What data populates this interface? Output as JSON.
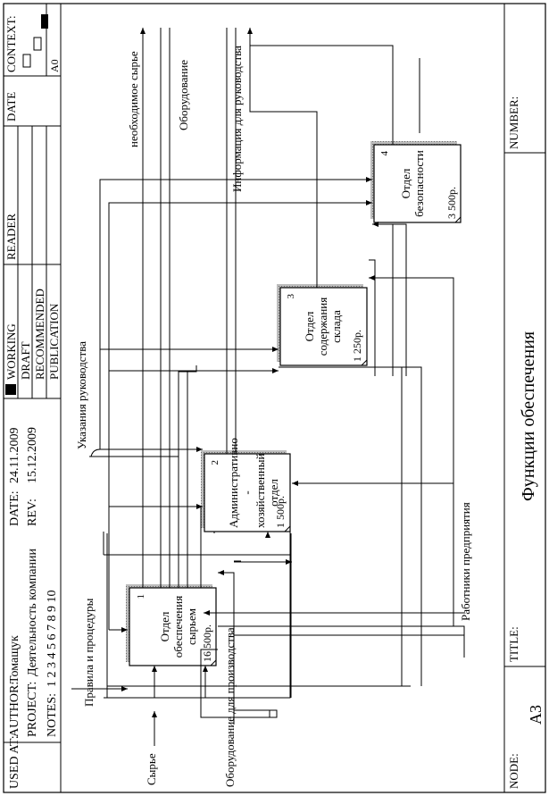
{
  "header": {
    "used_at": "USED AT:",
    "author_label": "AUTHOR:",
    "author": "Томащук",
    "project_label": "PROJECT:",
    "project": "Деятельность компании",
    "date_label": "DATE:",
    "date": "24.11.2009",
    "rev_label": "REV:",
    "rev": "15.12.2009",
    "notes_label": "NOTES:",
    "notes": "1  2  3  4  5  6  7  8  9  10",
    "status_working": "WORKING",
    "status_draft": "DRAFT",
    "status_recommended": "RECOMMENDED",
    "status_publication": "PUBLICATION",
    "reader_label": "READER",
    "date_col_label": "DATE",
    "context_label": "CONTEXT:",
    "context_node": "A0"
  },
  "footer": {
    "node_label": "NODE:",
    "node": "A3",
    "title_label": "TITLE:",
    "title": "Функции обеспечения",
    "number_label": "NUMBER:"
  },
  "boxes": [
    {
      "label": "Отдел обеспечения сырьем",
      "number": "1",
      "cost": "16 500р."
    },
    {
      "label": "Административно - хозяйственный отдел",
      "number": "2",
      "cost": "1 500р."
    },
    {
      "label": "Отдел содержания склада",
      "number": "3",
      "cost": "1 250р."
    },
    {
      "label": "Отдел безопасности",
      "number": "4",
      "cost": "3 500р."
    }
  ],
  "arrows": {
    "input_raw": "Сырье",
    "control_rules": "Правила и процедуры",
    "control_mgmt": "Указания руководства",
    "mechanism_equipment": "Оборудование для производства",
    "mechanism_workers": "Работники предприятия",
    "output_raw": "необходимое сырье",
    "output_equipment": "Оборудование",
    "output_info": "Информация для руководства"
  }
}
